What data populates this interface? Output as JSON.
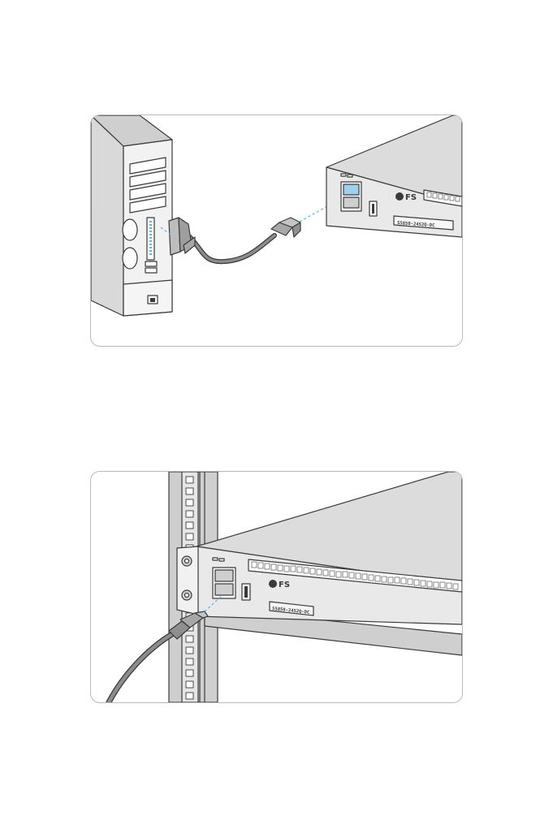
{
  "figure_top": {
    "brand": "FS",
    "model_label": "S5850-24S2Q-DC"
  },
  "figure_bottom": {
    "brand": "FS",
    "model_label": "S5850-24S2Q-DC"
  },
  "colors": {
    "outline": "#3a3a3a",
    "device_top": "#dcdcdc",
    "device_face": "#e9e9e9",
    "cable": "#8c8c8c",
    "highlight": "#5fb4e6"
  }
}
